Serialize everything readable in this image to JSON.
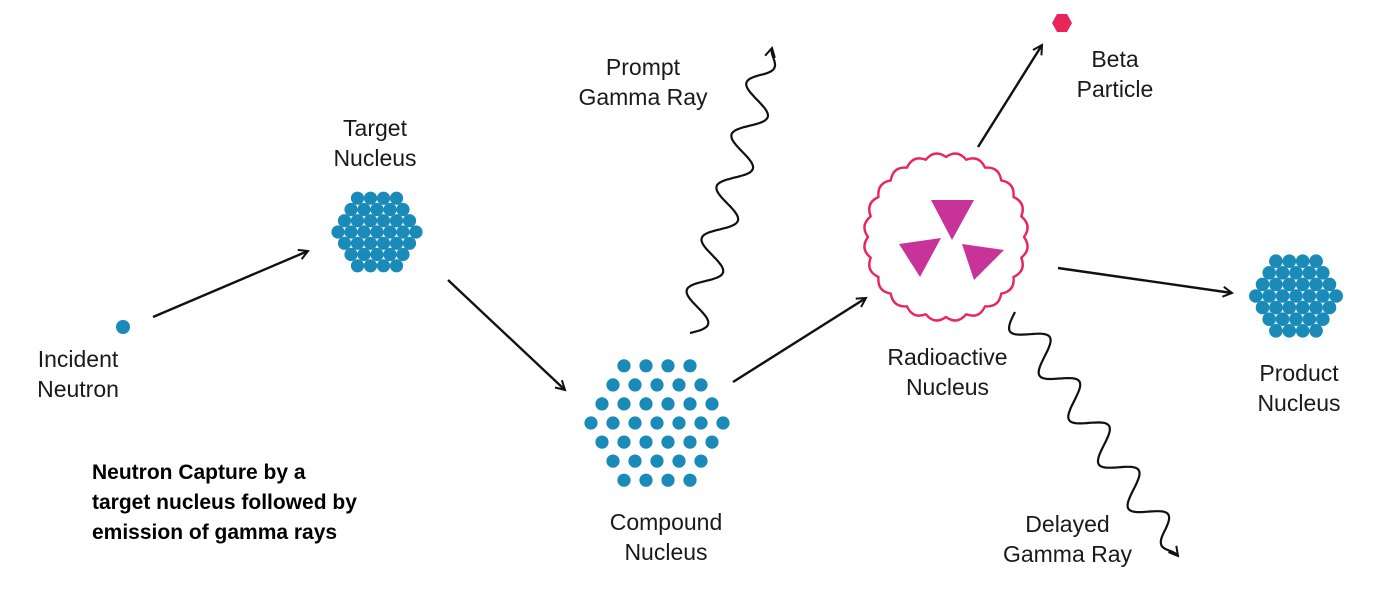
{
  "labels": {
    "incident_neutron": [
      "Incident",
      "Neutron"
    ],
    "target_nucleus": [
      "Target",
      "Nucleus"
    ],
    "compound_nucleus": [
      "Compound",
      "Nucleus"
    ],
    "prompt_gamma_ray": [
      "Prompt",
      "Gamma Ray"
    ],
    "radioactive_nucleus": [
      "Radioactive",
      "Nucleus"
    ],
    "beta_particle": [
      "Beta",
      "Particle"
    ],
    "product_nucleus": [
      "Product",
      "Nucleus"
    ],
    "delayed_gamma_ray": [
      "Delayed",
      "Gamma Ray"
    ]
  },
  "caption": [
    "Neutron Capture by a",
    "target nucleus followed by",
    "emission of gamma rays"
  ],
  "colors": {
    "nucleon": "#1a8ab8",
    "radioactive_outline": "#e8265a",
    "trefoil": "#c8339a",
    "beta_particle": "#e8265a",
    "arrow": "#111111"
  }
}
